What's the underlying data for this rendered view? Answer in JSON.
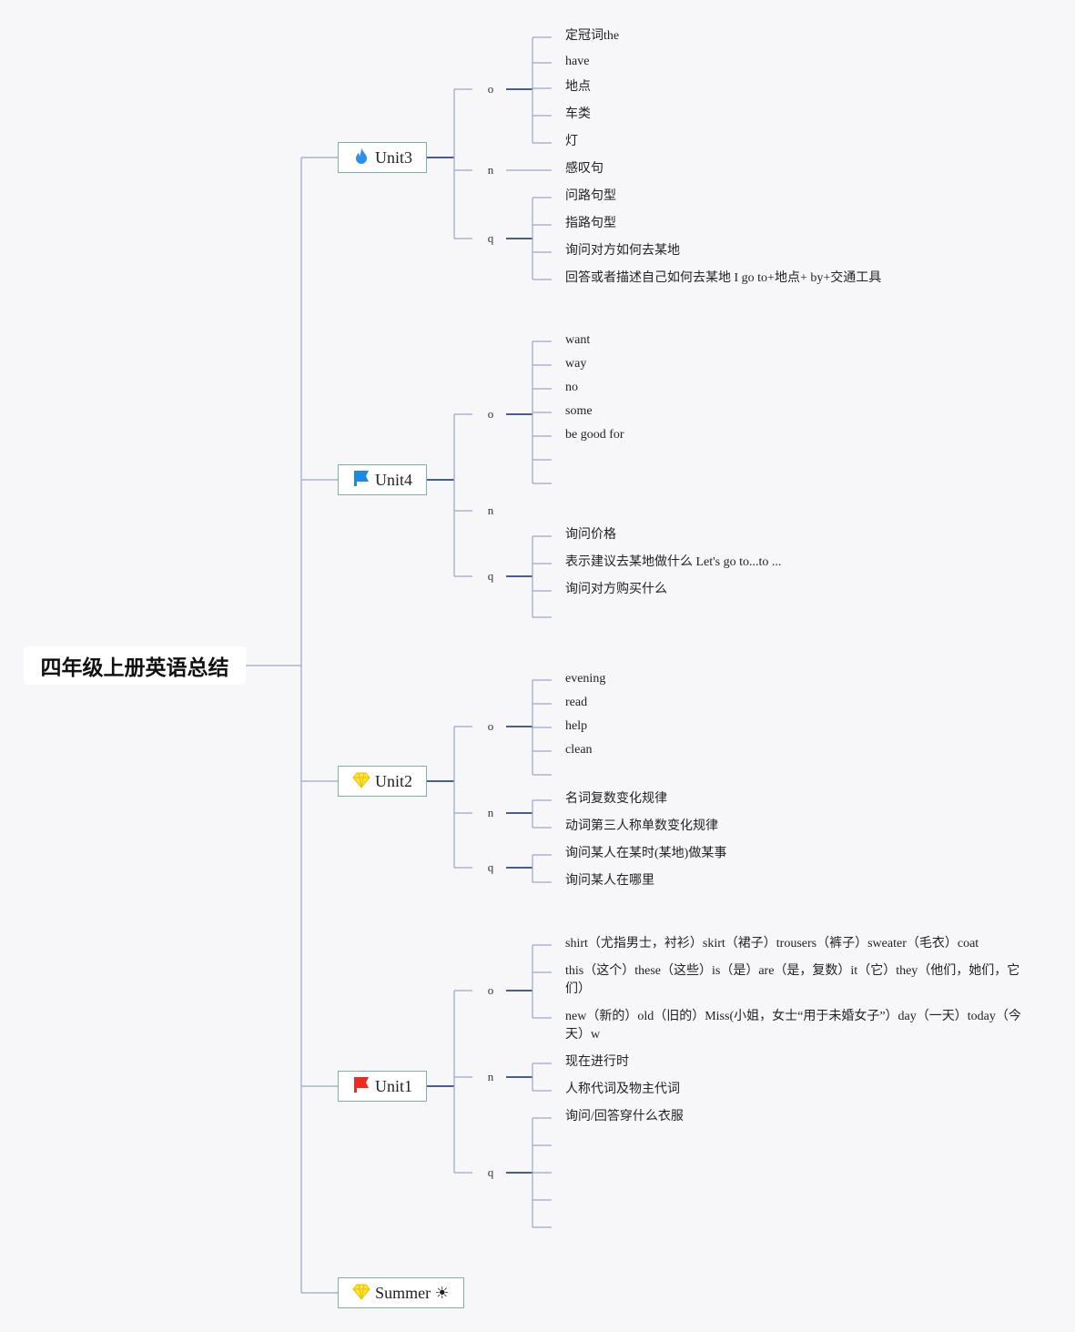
{
  "root": {
    "title": "四年级上册英语总结"
  },
  "colors": {
    "branch": "#4a5d8f",
    "leaf": "#9aa6cc",
    "node_border": "#7fb0a2"
  },
  "units": [
    {
      "label": "Unit3",
      "icon": "flame-icon",
      "branches": [
        {
          "label": "o",
          "leaves": [
            "定冠词the",
            "have",
            "地点",
            "车类",
            "灯"
          ]
        },
        {
          "label": "n",
          "leaves": [
            "感叹句"
          ]
        },
        {
          "label": "q",
          "leaves": [
            "问路句型",
            "指路句型",
            "询问对方如何去某地",
            "回答或者描述自己如何去某地 I go to+地点+ by+交通工具"
          ]
        }
      ]
    },
    {
      "label": "Unit4",
      "icon": "blue-flag-icon",
      "branches": [
        {
          "label": "o",
          "leaves": [
            "want",
            "way",
            "no",
            "some",
            "be good for",
            "",
            ""
          ]
        },
        {
          "label": "n",
          "leaves": []
        },
        {
          "label": "q",
          "leaves": [
            "询问价格",
            "表示建议去某地做什么 Let's go to...to ...",
            "询问对方购买什么",
            ""
          ]
        }
      ]
    },
    {
      "label": "Unit2",
      "icon": "diamond-icon",
      "branches": [
        {
          "label": "o",
          "leaves": [
            "evening",
            "read",
            "help",
            "clean",
            ""
          ]
        },
        {
          "label": "n",
          "leaves": [
            "名词复数变化规律",
            "动词第三人称单数变化规律"
          ]
        },
        {
          "label": "q",
          "leaves": [
            "询问某人在某时(某地)做某事",
            "询问某人在哪里"
          ]
        }
      ]
    },
    {
      "label": "Unit1",
      "icon": "red-flag-icon",
      "branches": [
        {
          "label": "o",
          "leaves": [
            "shirt（尤指男士，衬衫）skirt（裙子）trousers（裤子）sweater（毛衣）coat",
            "this（这个）these（这些）is（是）are（是，复数）it（它）they（他们，她们，它们）",
            "new（新的）old（旧的）Miss(小姐，女士“用于未婚女子”）day（一天）today（今天）w"
          ]
        },
        {
          "label": "n",
          "leaves": [
            "现在进行时",
            "人称代词及物主代词"
          ]
        },
        {
          "label": "q",
          "leaves": [
            "询问/回答穿什么衣服",
            "",
            "",
            "",
            ""
          ]
        }
      ]
    },
    {
      "label": "Summer ☀",
      "icon": "diamond-icon",
      "branches": []
    }
  ]
}
